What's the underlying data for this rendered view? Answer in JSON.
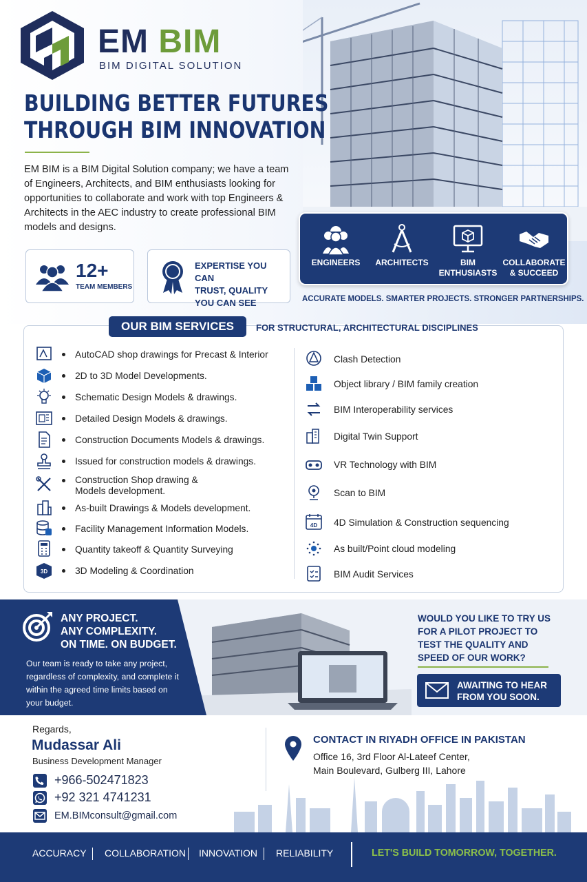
{
  "brand": {
    "name_em": "EM",
    "name_bim": "BIM",
    "subtitle": "BIM DIGITAL SOLUTION"
  },
  "hero": {
    "headline_line1": "BUILDING BETTER FUTURES",
    "headline_line2": "THROUGH BIM INNOVATION",
    "intro": "EM BIM is a BIM Digital Solution company; we have a team of Engineers, Architects, and BIM enthusiasts looking for opportunities to collaborate and work with top Engineers & Architects in the AEC industry to create professional BIM models and designs."
  },
  "stats": {
    "team_count": "12+",
    "team_label": "TEAM MEMBERS",
    "expertise_line1": "EXPERTISE YOU CAN",
    "expertise_line2": "TRUST, QUALITY",
    "expertise_line3": "YOU CAN SEE"
  },
  "roles": [
    {
      "l1": "ENGINEERS",
      "l2": "",
      "icon": "engineers-icon"
    },
    {
      "l1": "ARCHITECTS",
      "l2": "",
      "icon": "compass-icon"
    },
    {
      "l1": "BIM",
      "l2": "ENTHUSIASTS",
      "icon": "monitor-cube-icon"
    },
    {
      "l1": "COLLABORATE",
      "l2": "& SUCCEED",
      "icon": "handshake-icon"
    }
  ],
  "tagline": "ACCURATE MODELS. SMARTER PROJECTS. STRONGER PARTNERSHIPS.",
  "services": {
    "title": "OUR BIM SERVICES",
    "subtitle": "FOR STRUCTURAL, ARCHITECTURAL DISCIPLINES",
    "left": [
      {
        "l1": "AutoCAD shop drawings for Precast & Interior",
        "l2": ""
      },
      {
        "l1": "2D to 3D Model Developments.",
        "l2": ""
      },
      {
        "l1": "Schematic Design Models & drawings.",
        "l2": ""
      },
      {
        "l1": "Detailed Design Models & drawings.",
        "l2": ""
      },
      {
        "l1": "Construction Documents Models & drawings.",
        "l2": ""
      },
      {
        "l1": "Issued for construction models & drawings.",
        "l2": ""
      },
      {
        "l1": "Construction Shop drawing &",
        "l2": "Models development."
      },
      {
        "l1": "As-built Drawings & Models development.",
        "l2": ""
      },
      {
        "l1": "Facility Management Information Models.",
        "l2": ""
      },
      {
        "l1": "Quantity takeoff & Quantity Surveying",
        "l2": ""
      },
      {
        "l1": "3D Modeling & Coordination",
        "l2": ""
      }
    ],
    "right": [
      "Clash Detection",
      "Object library / BIM family creation",
      "BIM Interoperability services",
      "Digital Twin Support",
      "VR Technology with BIM",
      "Scan to BIM",
      "4D Simulation & Construction sequencing",
      "As built/Point cloud modeling",
      "BIM Audit Services"
    ],
    "icon_badges": {
      "threed": "3D",
      "fourd": "4D"
    }
  },
  "band": {
    "any_line1": "ANY PROJECT.",
    "any_line2": "ANY COMPLEXITY.",
    "any_line3": "ON TIME. ON BUDGET.",
    "description": "Our team is ready to take any project, regardless of complexity, and complete it within the agreed time limits based on your budget.",
    "pilot_question": "WOULD YOU LIKE TO TRY US FOR A PILOT PROJECT TO TEST THE QUALITY AND SPEED OF OUR WORK?",
    "await_line1": "AWAITING TO HEAR",
    "await_line2": "FROM YOU SOON."
  },
  "contact": {
    "regards": "Regards,",
    "name": "Mudassar Ali",
    "role": "Business Development Manager",
    "phone1": "+966-502471823",
    "phone2": "+92 321 4741231",
    "email": "EM.BIMconsult@gmail.com",
    "office_title": "CONTACT IN RIYADH OFFICE IN PAKISTAN",
    "office_addr1": "Office 16, 3rd Floor Al-Lateef Center,",
    "office_addr2": "Main Boulevard, Gulberg III, Lahore"
  },
  "footer": {
    "values": [
      "ACCURACY",
      "COLLABORATION",
      "INNOVATION",
      "RELIABILITY"
    ],
    "tagline": "LET'S BUILD TOMORROW, TOGETHER."
  },
  "colors": {
    "navy": "#1d3a76",
    "green": "#8cb34a",
    "text": "#222222"
  }
}
